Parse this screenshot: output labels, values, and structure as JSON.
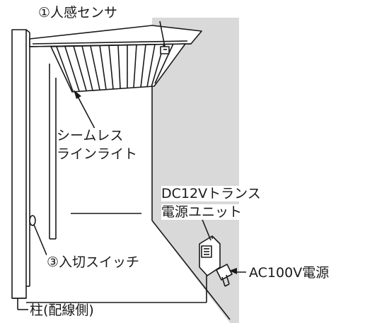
{
  "labels": {
    "human_sensor": "①人感センサ",
    "seamless_line_1": "シームレス",
    "seamless_line_2": "ラインライト",
    "transformer_line_1": "DC12Vトランス",
    "transformer_line_2": "電源ユニット",
    "switch": "③入切スイッチ",
    "ac_power": "AC100V電源",
    "pillar": "柱(配線側)"
  },
  "colors": {
    "line": "#1a1a1a",
    "wall_shade": "#d9d9d9",
    "background": "#ffffff"
  }
}
